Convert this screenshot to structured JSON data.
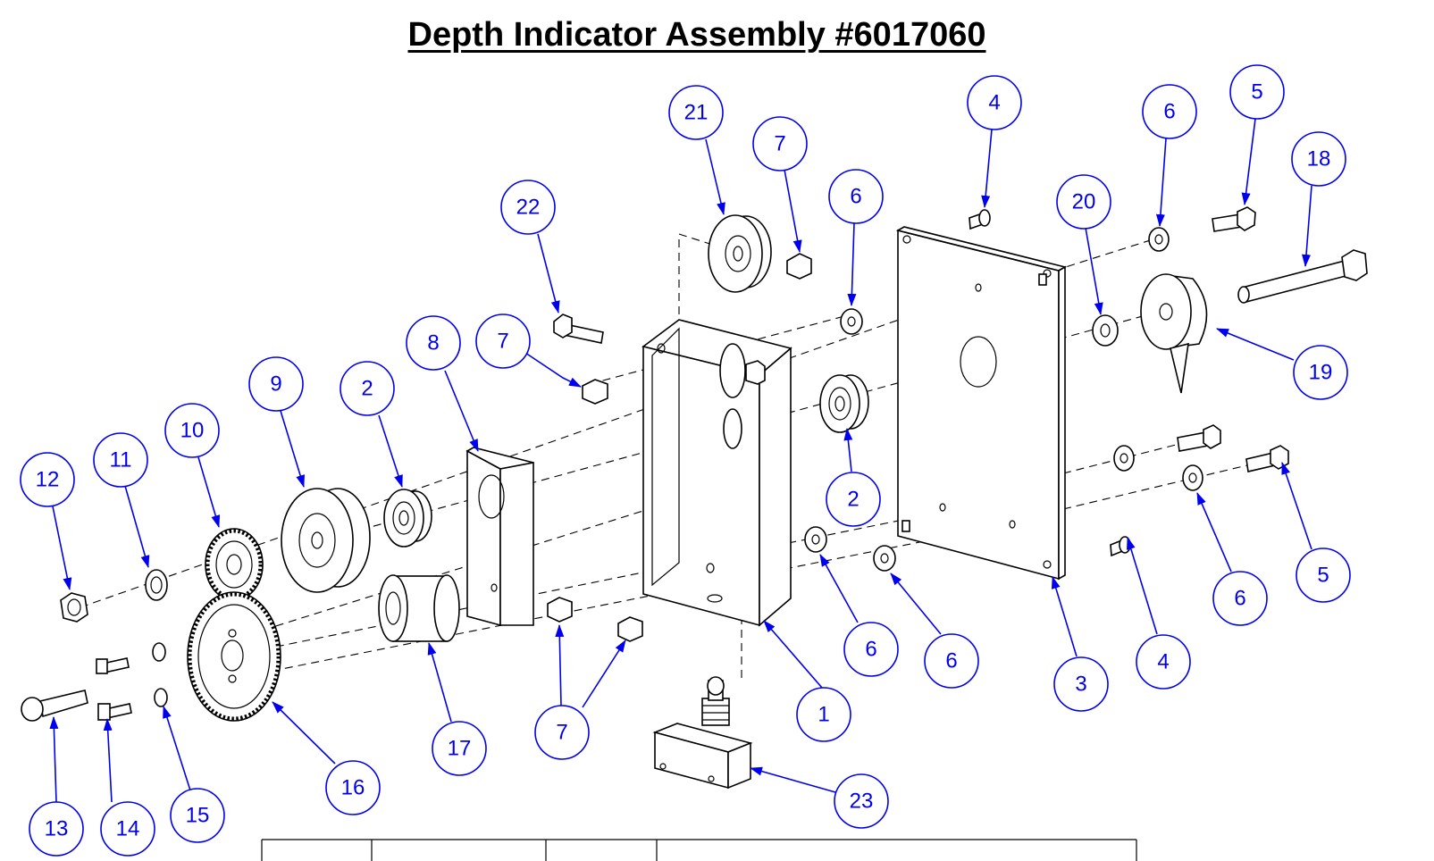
{
  "title": "Depth Indicator Assembly #6017060",
  "callouts": [
    {
      "id": "callout-1",
      "label": "1"
    },
    {
      "id": "callout-2a",
      "label": "2"
    },
    {
      "id": "callout-2b",
      "label": "2"
    },
    {
      "id": "callout-3",
      "label": "3"
    },
    {
      "id": "callout-4a",
      "label": "4"
    },
    {
      "id": "callout-4b",
      "label": "4"
    },
    {
      "id": "callout-5a",
      "label": "5"
    },
    {
      "id": "callout-5b",
      "label": "5"
    },
    {
      "id": "callout-6a",
      "label": "6"
    },
    {
      "id": "callout-6b",
      "label": "6"
    },
    {
      "id": "callout-6c",
      "label": "6"
    },
    {
      "id": "callout-6d",
      "label": "6"
    },
    {
      "id": "callout-6e",
      "label": "6"
    },
    {
      "id": "callout-7a",
      "label": "7"
    },
    {
      "id": "callout-7b",
      "label": "7"
    },
    {
      "id": "callout-7c",
      "label": "7"
    },
    {
      "id": "callout-8",
      "label": "8"
    },
    {
      "id": "callout-9",
      "label": "9"
    },
    {
      "id": "callout-10",
      "label": "10"
    },
    {
      "id": "callout-11",
      "label": "11"
    },
    {
      "id": "callout-12",
      "label": "12"
    },
    {
      "id": "callout-13",
      "label": "13"
    },
    {
      "id": "callout-14",
      "label": "14"
    },
    {
      "id": "callout-15",
      "label": "15"
    },
    {
      "id": "callout-16",
      "label": "16"
    },
    {
      "id": "callout-17",
      "label": "17"
    },
    {
      "id": "callout-18",
      "label": "18"
    },
    {
      "id": "callout-19",
      "label": "19"
    },
    {
      "id": "callout-20",
      "label": "20"
    },
    {
      "id": "callout-21",
      "label": "21"
    },
    {
      "id": "callout-22",
      "label": "22"
    },
    {
      "id": "callout-23",
      "label": "23"
    }
  ],
  "colors": {
    "callout": "#0000ee",
    "line": "#000000",
    "background": "#ffffff"
  }
}
